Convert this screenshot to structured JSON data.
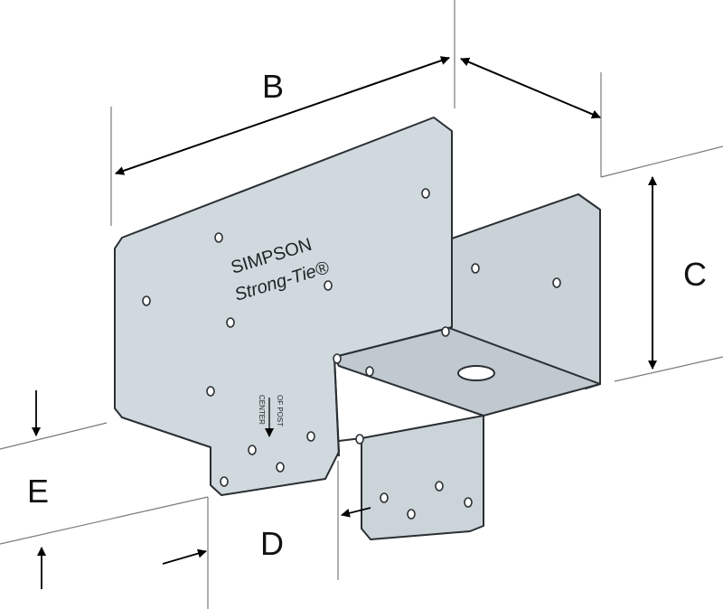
{
  "dimensions": {
    "b": "B",
    "c": "C",
    "d": "D",
    "e": "E"
  },
  "brand": {
    "line1": "SIMPSON",
    "line2": "Strong-Tie®"
  },
  "marking": {
    "line1": "CENTER",
    "line2": "OF POST"
  },
  "colors": {
    "plate": "#cfd8dd",
    "plate_dark": "#bcc7cd",
    "edge": "#2a2f33",
    "ink": "#000000"
  }
}
